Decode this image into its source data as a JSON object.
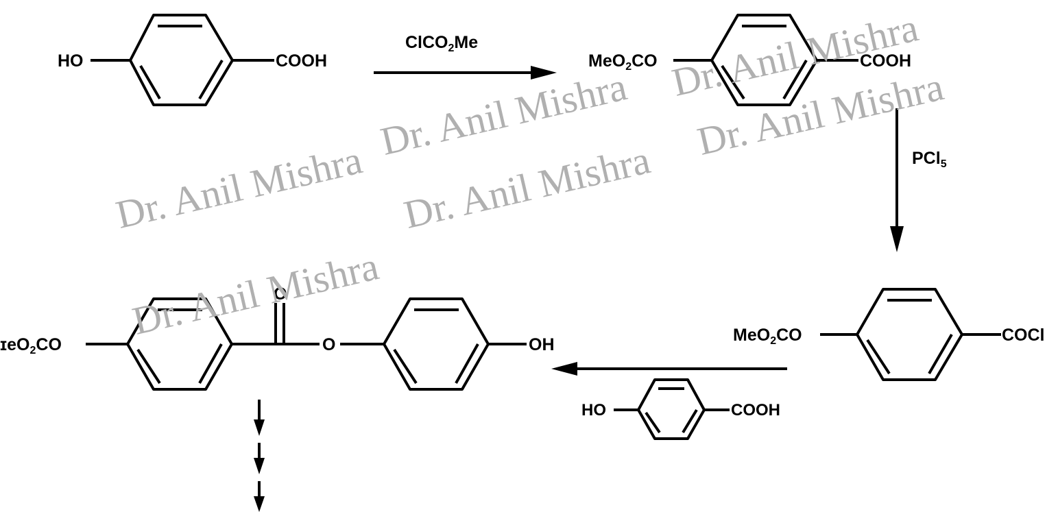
{
  "watermark": {
    "text": "Dr. Anil Mishra",
    "color": "#b0b0b0"
  },
  "labels": {
    "ho_1": "HO",
    "cooh_1": "COOH",
    "reagent_1_prefix": "ClCO",
    "reagent_1_sub": "2",
    "reagent_1_suffix": "Me",
    "meo2co_prefix": "MeO",
    "meo2co_sub": "2",
    "meo2co_suffix": "CO",
    "meo2co_cut_prefix": "ɪeO",
    "cooh_2": "COOH",
    "reagent_2_prefix": "PCl",
    "reagent_2_sub": "5",
    "cocl": "COCl",
    "ho_2": "HO",
    "cooh_3": "COOH",
    "carbonyl_o": "O",
    "ester_o": "O",
    "oh": "OH"
  }
}
